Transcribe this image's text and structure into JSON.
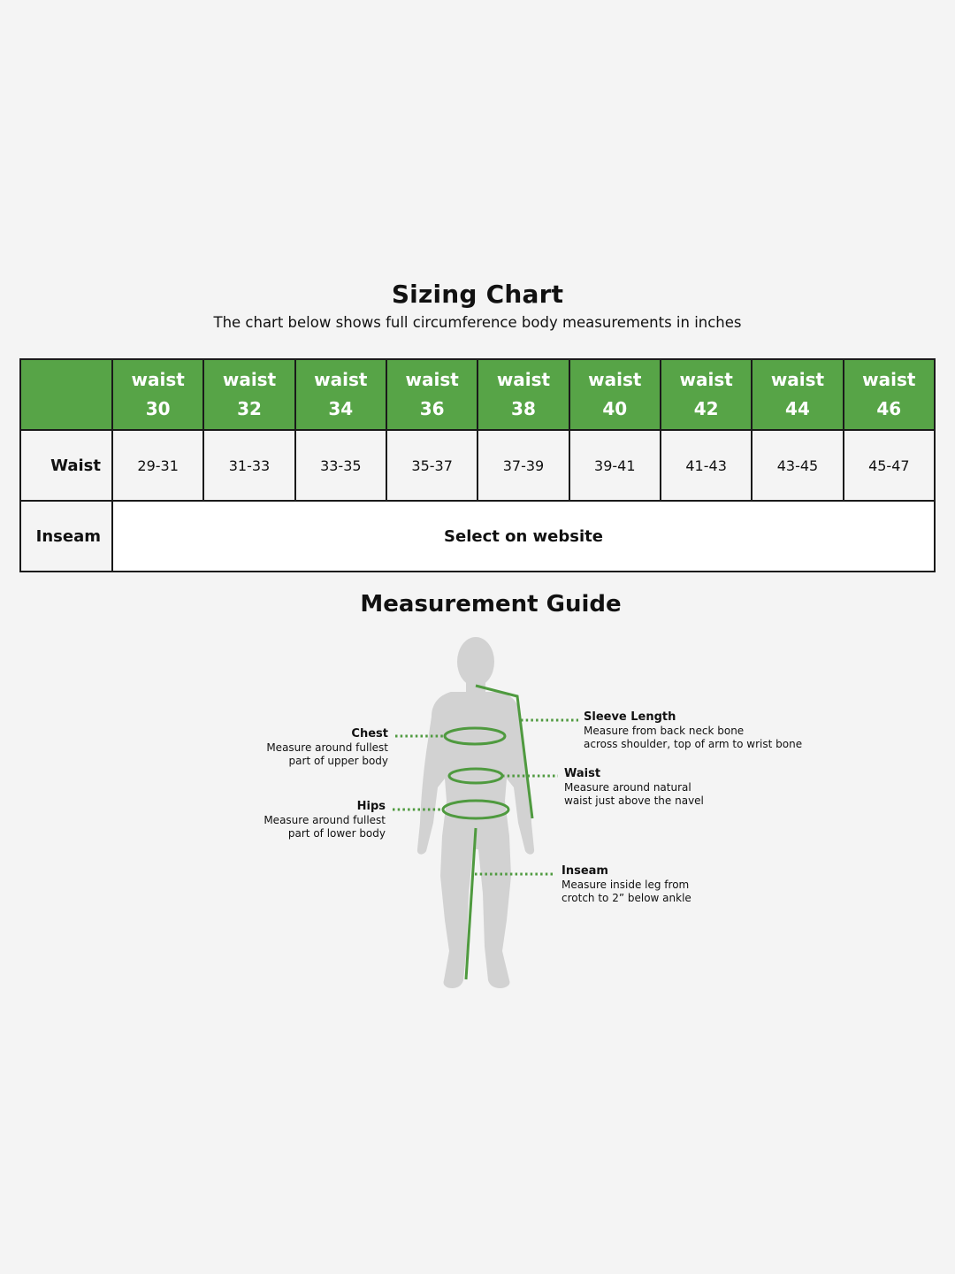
{
  "title": "Sizing Chart",
  "subtitle": "The chart below shows full circumference body measurements in inches",
  "table": {
    "columns": [
      {
        "line1": "waist",
        "line2": "30"
      },
      {
        "line1": "waist",
        "line2": "32"
      },
      {
        "line1": "waist",
        "line2": "34"
      },
      {
        "line1": "waist",
        "line2": "36"
      },
      {
        "line1": "waist",
        "line2": "38"
      },
      {
        "line1": "waist",
        "line2": "40"
      },
      {
        "line1": "waist",
        "line2": "42"
      },
      {
        "line1": "waist",
        "line2": "44"
      },
      {
        "line1": "waist",
        "line2": "46"
      }
    ],
    "waist_row": {
      "label": "Waist",
      "values": [
        "29-31",
        "31-33",
        "33-35",
        "35-37",
        "37-39",
        "39-41",
        "41-43",
        "43-45",
        "45-47"
      ]
    },
    "inseam_row": {
      "label": "Inseam",
      "value": "Select on website"
    }
  },
  "guide": {
    "title": "Measurement Guide",
    "chest": {
      "title": "Chest",
      "line1": "Measure around fullest",
      "line2": "part of upper body"
    },
    "hips": {
      "title": "Hips",
      "line1": "Measure around fullest",
      "line2": "part of lower body"
    },
    "sleeve": {
      "title": "Sleeve Length",
      "line1": "Measure  from back neck bone",
      "line2": "across shoulder, top of arm to wrist bone"
    },
    "waist": {
      "title": "Waist",
      "line1": "Measure around natural",
      "line2": "waist just above the navel"
    },
    "inseam": {
      "title": "Inseam",
      "line1": "Measure inside leg from",
      "line2": "crotch to 2” below ankle"
    }
  },
  "colors": {
    "accent": "#57a447",
    "figure": "#d2d2d2",
    "background": "#f4f4f4"
  }
}
